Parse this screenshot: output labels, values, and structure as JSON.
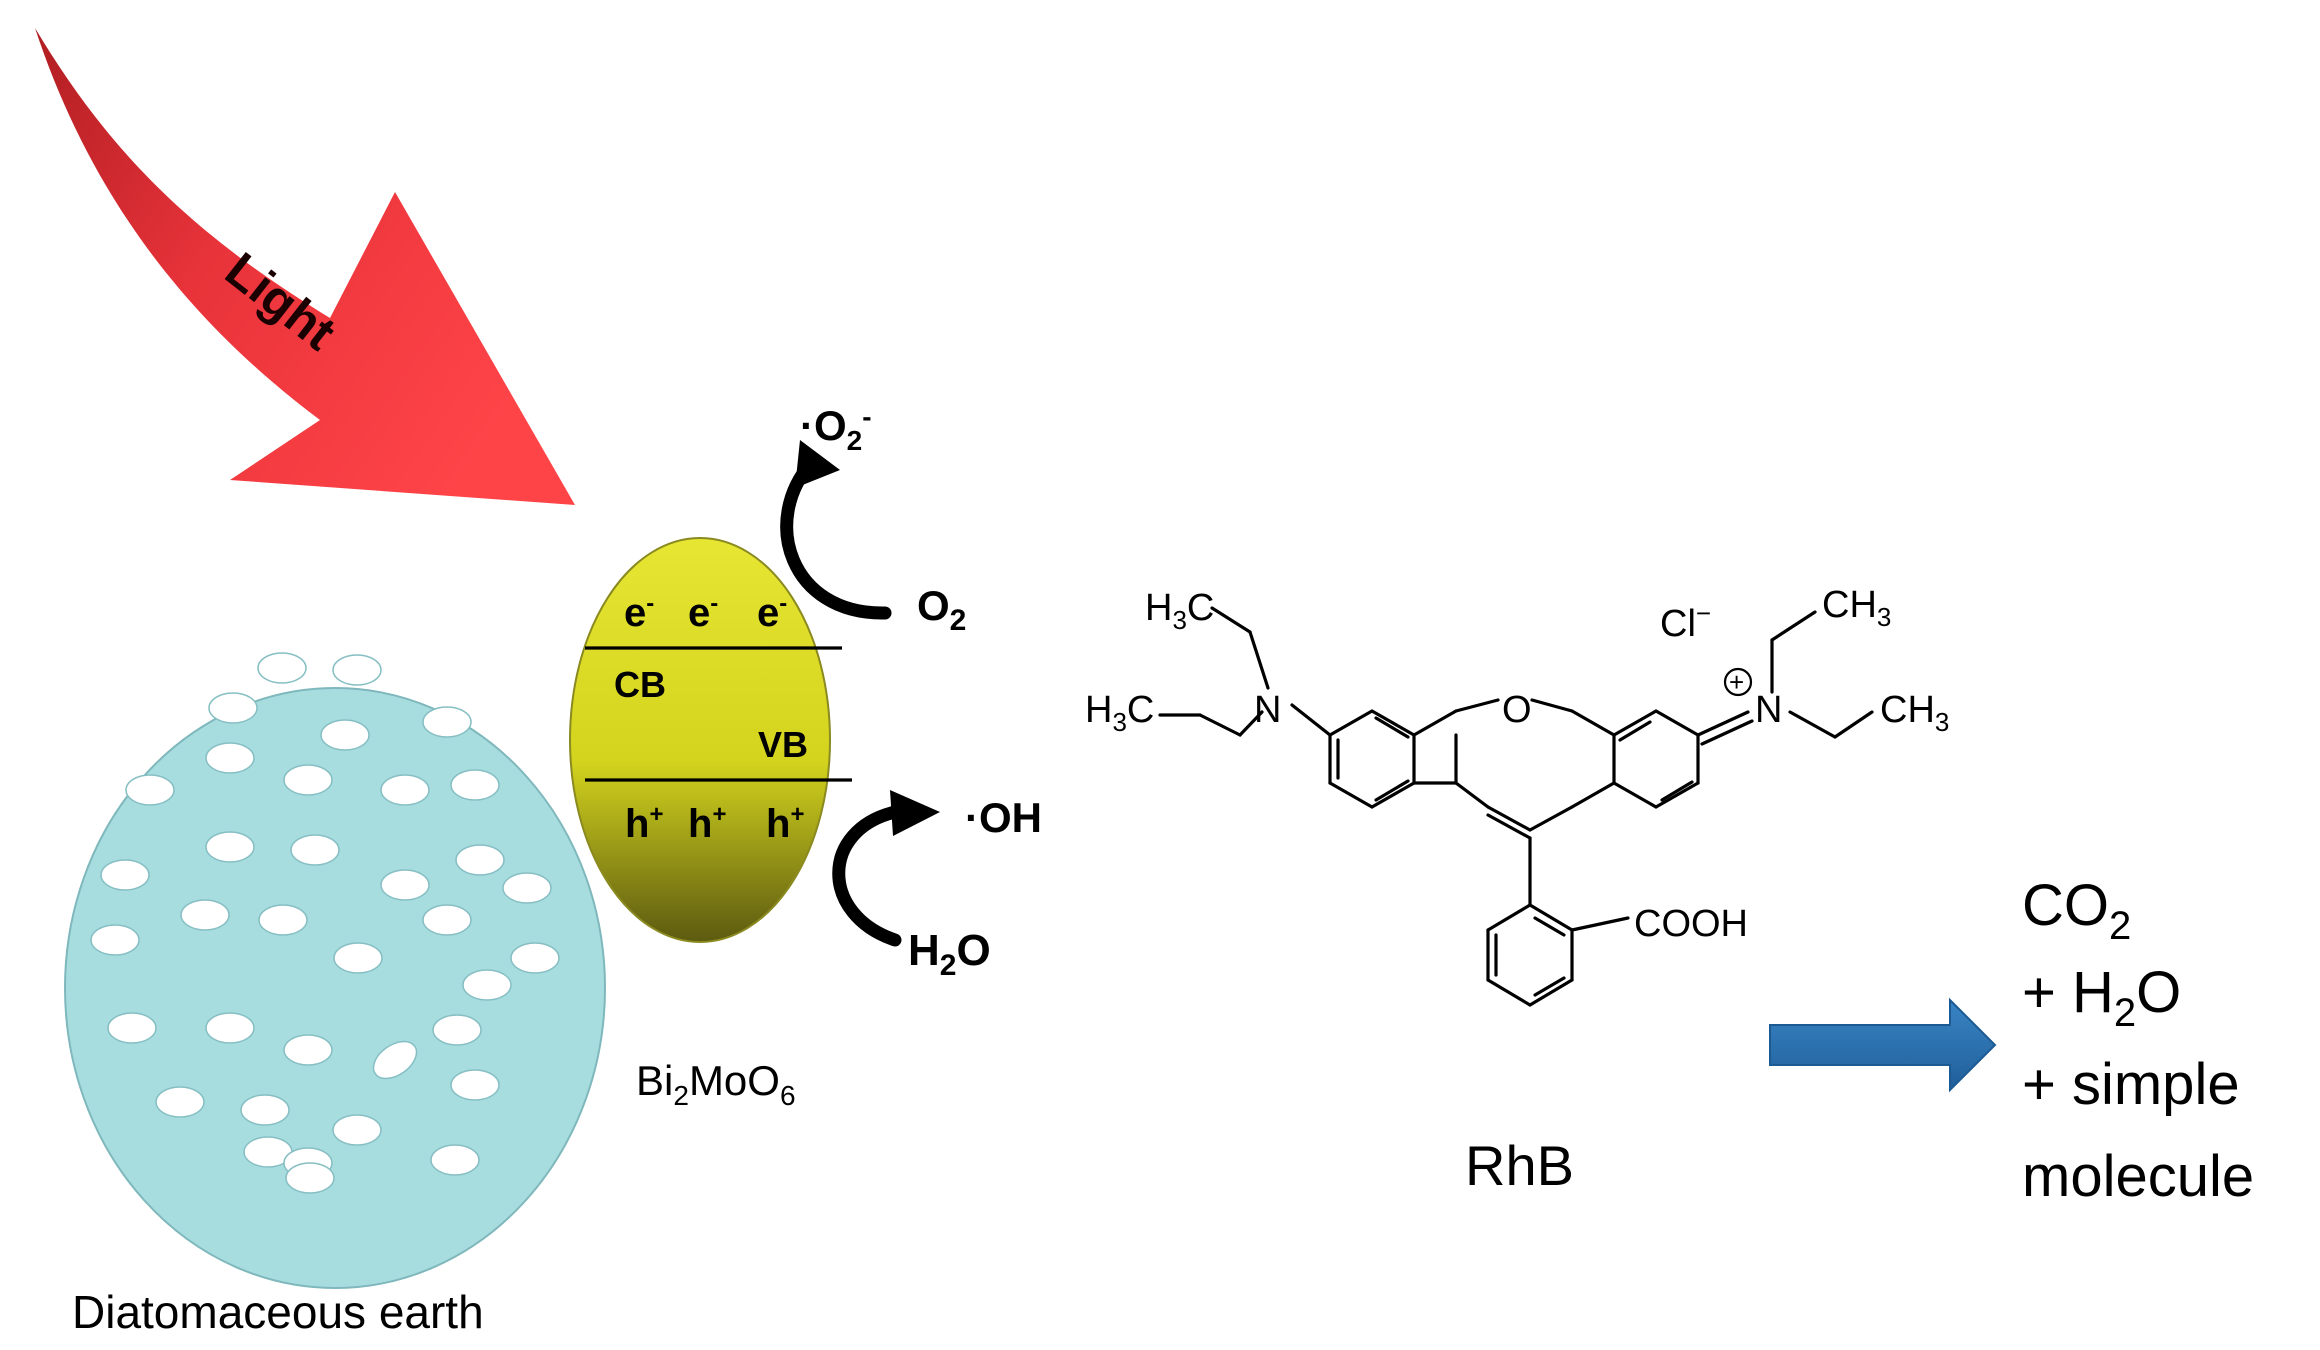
{
  "light_label": "Light",
  "diatomaceous_label": "Diatomaceous earth",
  "catalyst": {
    "name": "Bi",
    "name_sub1": "2",
    "name_mid": "MoO",
    "name_sub2": "6",
    "electron": "e",
    "electron_sup": "-",
    "hole": "h",
    "hole_sup": "+",
    "cb_label": "CB",
    "vb_label": "VB"
  },
  "reactions": {
    "superoxide": "·O",
    "superoxide_sub": "2",
    "superoxide_sup": "-",
    "oxygen": "O",
    "oxygen_sub": "2",
    "hydroxyl": "·OH",
    "water": "H",
    "water_sub": "2",
    "water_end": "O"
  },
  "rhb": {
    "name": "RhB",
    "h3c": "H",
    "three": "3",
    "c": "C",
    "ch": "CH",
    "n": "N",
    "o": "O",
    "cl": "Cl",
    "cl_sup": "−",
    "plus": "+",
    "cooh": "COOH"
  },
  "products": {
    "line1": "CO",
    "line1_sub": "2",
    "line2": "+ H",
    "line2_sub": "2",
    "line2_end": "O",
    "line3": "+ simple",
    "line4": "molecule"
  },
  "colors": {
    "light_arrow": "#e8333a",
    "diatom_fill": "#a8dde0",
    "catalyst_fill": "#d8d82a",
    "product_arrow": "#2f74b5"
  }
}
